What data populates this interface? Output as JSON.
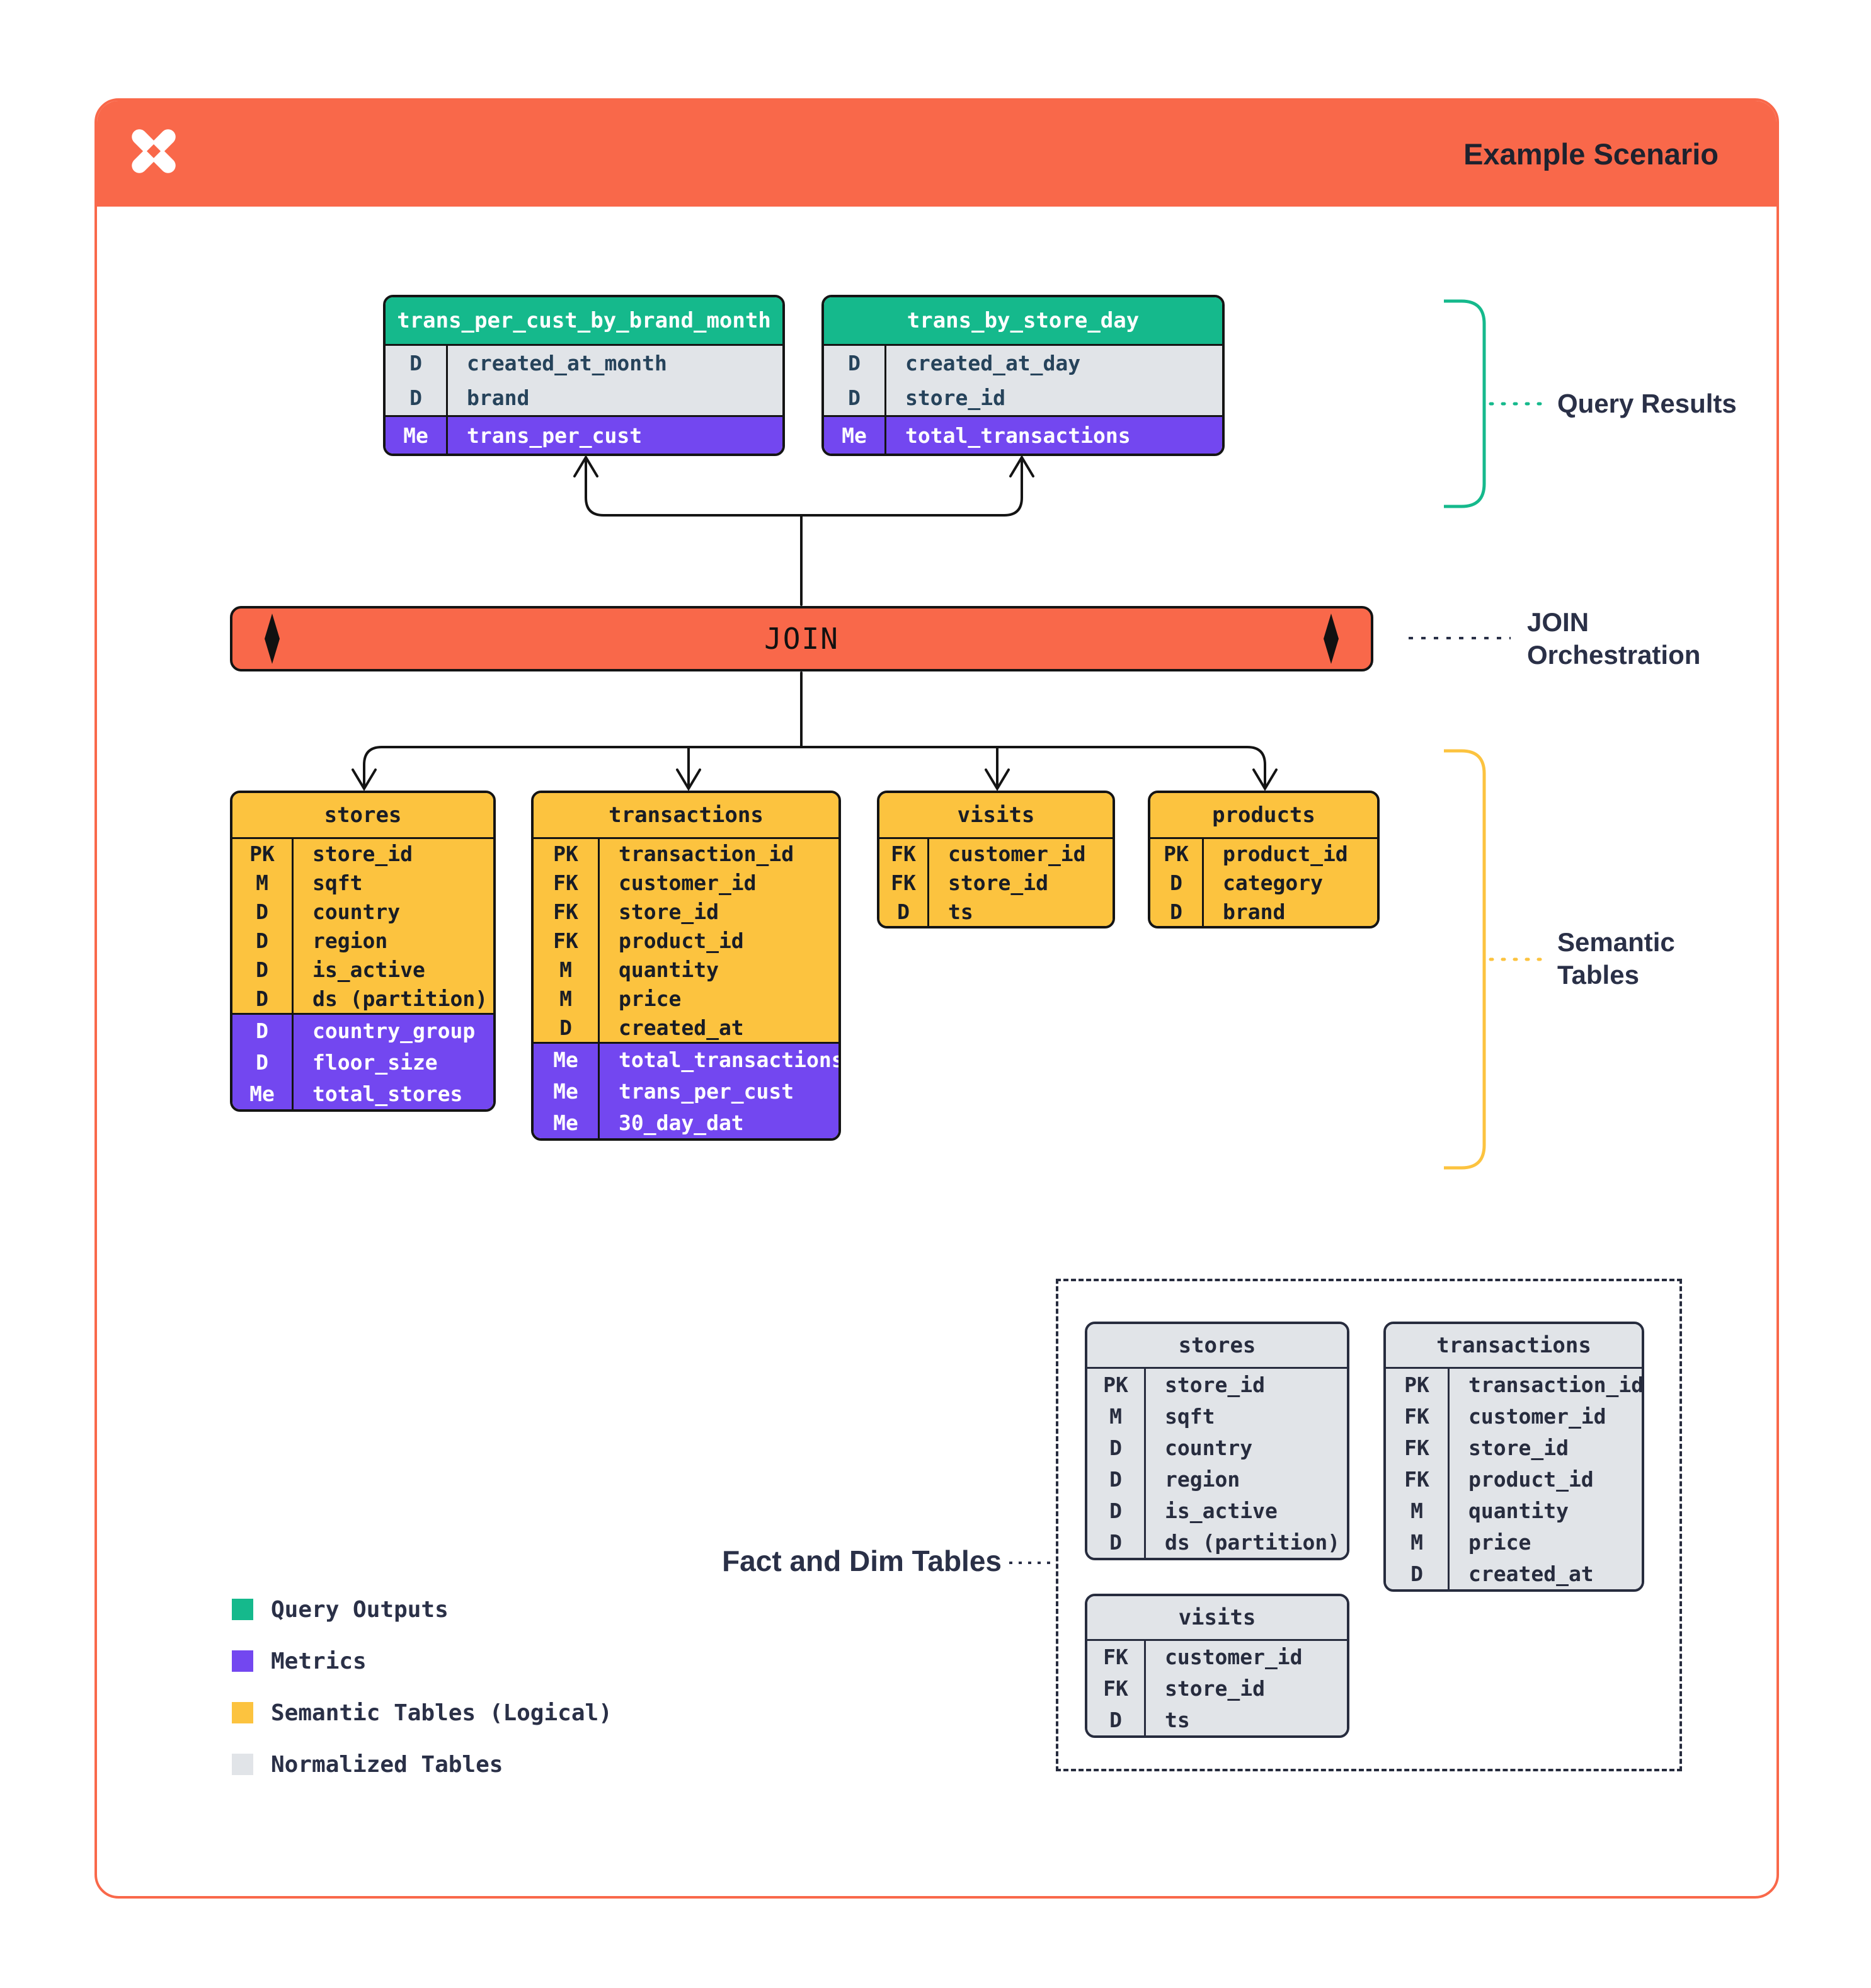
{
  "header": {
    "title": "Example Scenario",
    "logo": "pinwheel-x-logo"
  },
  "join_bar": {
    "label": "JOIN"
  },
  "annotations": {
    "query_results": "Query Results",
    "join_orchestration": {
      "line1": "JOIN",
      "line2": "Orchestration"
    },
    "semantic_tables": {
      "line1": "Semantic",
      "line2": "Tables"
    },
    "fact_dim": "Fact and Dim Tables"
  },
  "query_result_tables": [
    {
      "name": "trans_per_cust_by_brand_month",
      "cols": [
        {
          "k": "D",
          "v": "created_at_month"
        },
        {
          "k": "D",
          "v": "brand"
        }
      ],
      "metrics": [
        {
          "k": "Me",
          "v": "trans_per_cust"
        }
      ]
    },
    {
      "name": "trans_by_store_day",
      "cols": [
        {
          "k": "D",
          "v": "created_at_day"
        },
        {
          "k": "D",
          "v": "store_id"
        }
      ],
      "metrics": [
        {
          "k": "Me",
          "v": "total_transactions"
        }
      ]
    }
  ],
  "semantic_tables": [
    {
      "name": "stores",
      "cols": [
        {
          "k": "PK",
          "v": "store_id"
        },
        {
          "k": "M",
          "v": "sqft"
        },
        {
          "k": "D",
          "v": "country"
        },
        {
          "k": "D",
          "v": "region"
        },
        {
          "k": "D",
          "v": "is_active"
        },
        {
          "k": "D",
          "v": "ds (partition)"
        }
      ],
      "metrics": [
        {
          "k": "D",
          "v": "country_group"
        },
        {
          "k": "D",
          "v": "floor_size"
        },
        {
          "k": "Me",
          "v": "total_stores"
        }
      ]
    },
    {
      "name": "transactions",
      "cols": [
        {
          "k": "PK",
          "v": "transaction_id"
        },
        {
          "k": "FK",
          "v": "customer_id"
        },
        {
          "k": "FK",
          "v": "store_id"
        },
        {
          "k": "FK",
          "v": "product_id"
        },
        {
          "k": "M",
          "v": "quantity"
        },
        {
          "k": "M",
          "v": "price"
        },
        {
          "k": "D",
          "v": "created_at"
        }
      ],
      "metrics": [
        {
          "k": "Me",
          "v": "total_transactions"
        },
        {
          "k": "Me",
          "v": "trans_per_cust"
        },
        {
          "k": "Me",
          "v": "30_day_dat"
        }
      ]
    },
    {
      "name": "visits",
      "cols": [
        {
          "k": "FK",
          "v": "customer_id"
        },
        {
          "k": "FK",
          "v": "store_id"
        },
        {
          "k": "D",
          "v": "ts"
        }
      ],
      "metrics": []
    },
    {
      "name": "products",
      "cols": [
        {
          "k": "PK",
          "v": "product_id"
        },
        {
          "k": "D",
          "v": "category"
        },
        {
          "k": "D",
          "v": "brand"
        }
      ],
      "metrics": []
    }
  ],
  "normalized_tables": [
    {
      "name": "stores",
      "cols": [
        {
          "k": "PK",
          "v": "store_id"
        },
        {
          "k": "M",
          "v": "sqft"
        },
        {
          "k": "D",
          "v": "country"
        },
        {
          "k": "D",
          "v": "region"
        },
        {
          "k": "D",
          "v": "is_active"
        },
        {
          "k": "D",
          "v": "ds (partition)"
        }
      ],
      "metrics": []
    },
    {
      "name": "transactions",
      "cols": [
        {
          "k": "PK",
          "v": "transaction_id"
        },
        {
          "k": "FK",
          "v": "customer_id"
        },
        {
          "k": "FK",
          "v": "store_id"
        },
        {
          "k": "FK",
          "v": "product_id"
        },
        {
          "k": "M",
          "v": "quantity"
        },
        {
          "k": "M",
          "v": "price"
        },
        {
          "k": "D",
          "v": "created_at"
        }
      ],
      "metrics": []
    },
    {
      "name": "visits",
      "cols": [
        {
          "k": "FK",
          "v": "customer_id"
        },
        {
          "k": "FK",
          "v": "store_id"
        },
        {
          "k": "D",
          "v": "ts"
        }
      ],
      "metrics": []
    }
  ],
  "legend": [
    {
      "color": "#15B98C",
      "label": "Query Outputs"
    },
    {
      "color": "#7347F0",
      "label": "Metrics"
    },
    {
      "color": "#FCC33F",
      "label": "Semantic Tables (Logical)"
    },
    {
      "color": "#E1E4E8",
      "label": "Normalized Tables"
    }
  ],
  "colors": {
    "orange": "#F9684A",
    "green": "#15B98C",
    "purple": "#7347F0",
    "yellow": "#FCC33F",
    "grayrow": "#E1E4E8",
    "navy": "#272C3E",
    "line": "#141414"
  }
}
